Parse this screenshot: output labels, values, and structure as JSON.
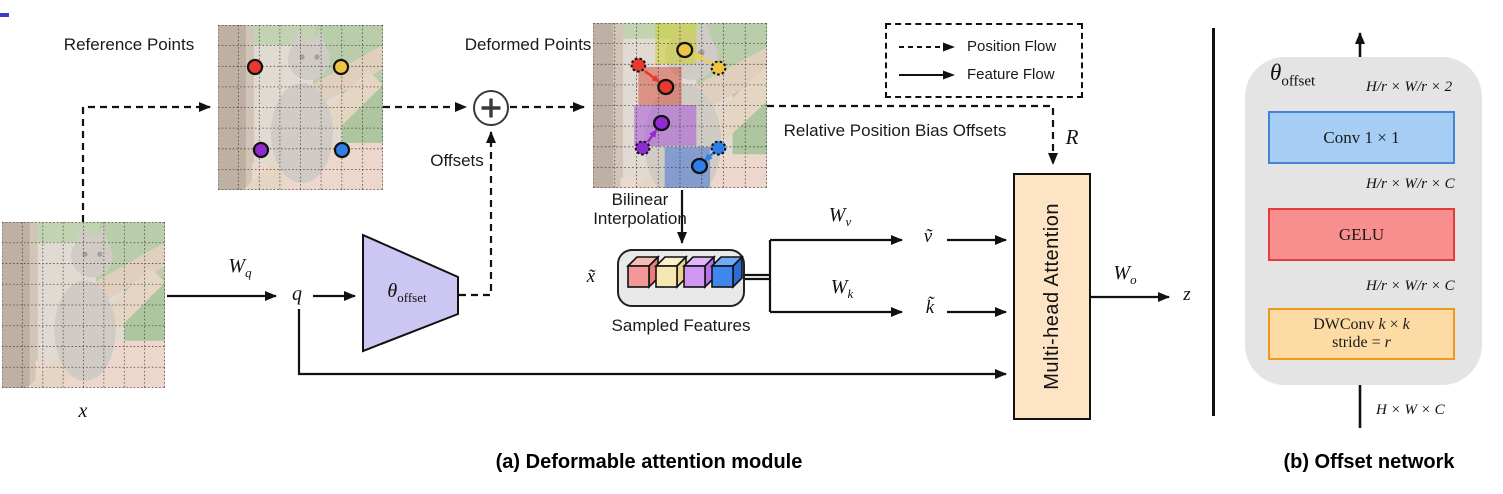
{
  "figure": {
    "panel_a": {
      "caption": "(a)  Deformable attention module",
      "reference_points_label": "Reference Points",
      "deformed_points_label": "Deformed Points",
      "offsets_label": "Offsets",
      "relative_position_bias_label": "Relative Position Bias Offsets",
      "bilinear_label_line1": "Bilinear",
      "bilinear_label_line2": "Interpolation",
      "sampled_features_label": "Sampled Features",
      "mha_label": "Multi-head Attention",
      "legend": {
        "position_flow": "Position Flow",
        "feature_flow": "Feature Flow"
      },
      "symbols": {
        "x": "x",
        "q": "q",
        "z": "z",
        "R": "R",
        "x_tilde": "x̃",
        "v_tilde": "ṽ",
        "k_tilde": "k̃",
        "plus": "+",
        "W_q": {
          "base": "W",
          "sub": "q"
        },
        "W_v": {
          "base": "W",
          "sub": "v"
        },
        "W_k": {
          "base": "W",
          "sub": "k"
        },
        "W_o": {
          "base": "W",
          "sub": "o"
        },
        "theta_offset": {
          "base": "θ",
          "sub": "offset"
        }
      }
    },
    "panel_b": {
      "caption": "(b)  Offset network",
      "theta_offset": {
        "base": "θ",
        "sub": "offset"
      },
      "blocks": {
        "conv": {
          "label": "Conv 1 × 1",
          "fill": "#a6cef5",
          "border": "#4285d6"
        },
        "gelu": {
          "label": "GELU",
          "fill": "#f88e8e",
          "border": "#e43b3b"
        },
        "dwconv": {
          "prefix": "DWConv",
          "kernel": "k",
          "times": "×",
          "stride_prefix": "stride =",
          "stride_var": "r",
          "fill": "#fcdca4",
          "border": "#f0971e"
        }
      },
      "dims": {
        "after_conv": "H/r × W/r × 2",
        "after_gelu": "H/r × W/r × C",
        "after_dwconv": "H/r × W/r × C",
        "input": "H × W × C"
      }
    },
    "colors": {
      "mha_fill": "#fce4c4",
      "offset_trapezoid_fill": "#ccc6f2",
      "panel_b_bg": "#e4e4e4",
      "point_red": "#e8392e",
      "point_yellow": "#f0c343",
      "point_purple": "#8f2bd1",
      "point_blue": "#2e7fe8"
    }
  }
}
